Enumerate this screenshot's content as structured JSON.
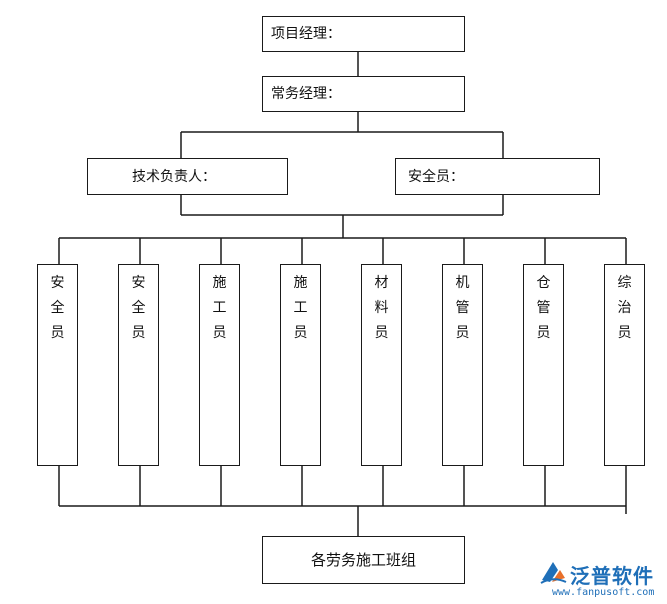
{
  "chart": {
    "top": {
      "project_manager": "项目经理：",
      "general_manager": "常务经理："
    },
    "middle": {
      "technical_lead": "技术负责人：",
      "safety_officer": "安全员："
    },
    "staff": [
      {
        "label": "安全员"
      },
      {
        "label": "安全员"
      },
      {
        "label": "施工员"
      },
      {
        "label": "施工员"
      },
      {
        "label": "材料员"
      },
      {
        "label": "机管员"
      },
      {
        "label": "仓管员"
      },
      {
        "label": "综治员"
      }
    ],
    "bottom": {
      "teams": "各劳务施工班组"
    }
  },
  "watermark": {
    "brand_name": "泛普软件",
    "url": "www.fanpusoft.com",
    "brand_color": "#1f6fb8",
    "accent_color": "#e8702a",
    "icon": "fanpu-logo-icon"
  }
}
